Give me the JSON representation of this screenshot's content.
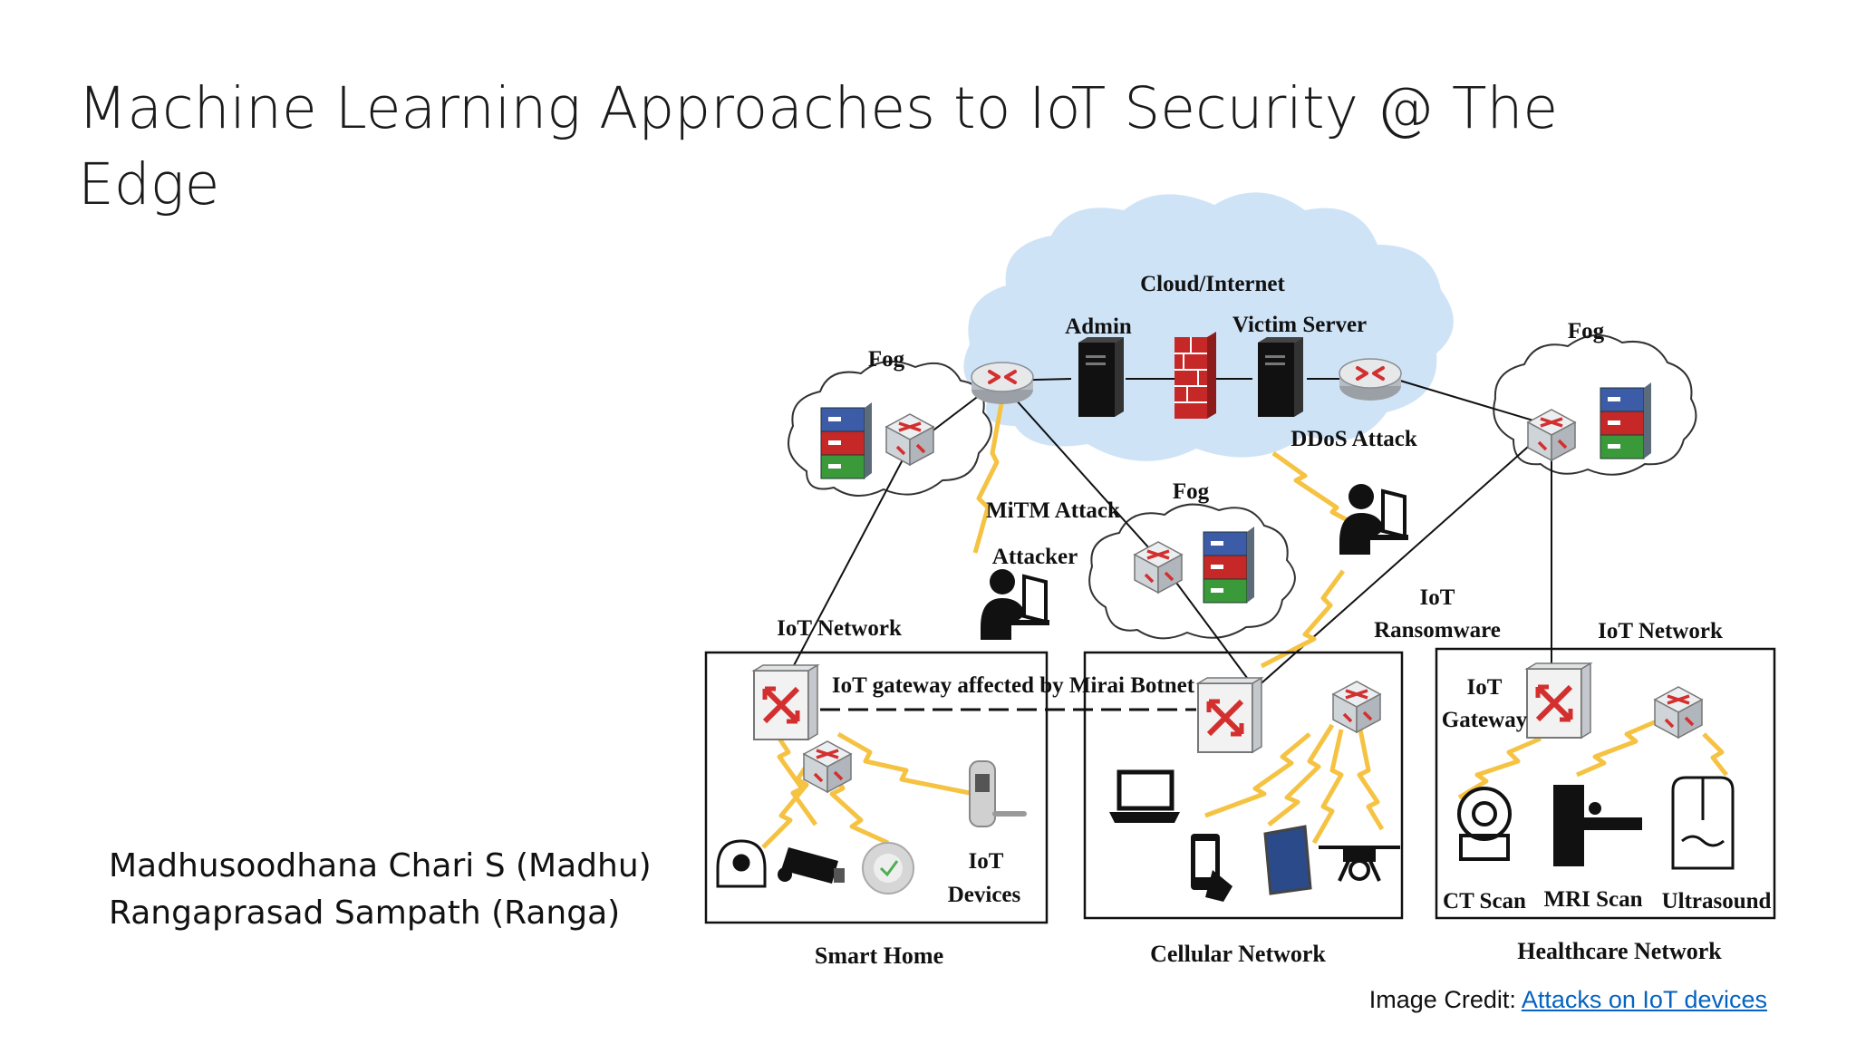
{
  "slide": {
    "title": "Machine Learning Approaches to IoT Security @ The Edge",
    "authors": [
      "Madhusoodhana Chari S (Madhu)",
      "Rangaprasad Sampath (Ranga)"
    ],
    "credit_prefix": "Image Credit: ",
    "credit_link": "Attacks on IoT devices"
  },
  "diagram": {
    "cloud": "Cloud/Internet",
    "admin": "Admin",
    "victim_server": "Victim Server",
    "fog_left": "Fog",
    "fog_right": "Fog",
    "fog_center": "Fog",
    "ddos": "DDoS Attack",
    "mitm": "MiTM Attack",
    "attacker": "Attacker",
    "iot_network_left": "IoT Network",
    "iot_network_right": "IoT Network",
    "ransomware_1": "IoT",
    "ransomware_2": "Ransomware",
    "mirai": "IoT gateway affected by Mirai Botnet",
    "iot_gateway_1": "IoT",
    "iot_gateway_2": "Gateway",
    "iot_devices_1": "IoT",
    "iot_devices_2": "Devices",
    "ct_scan": "CT Scan",
    "mri_scan": "MRI Scan",
    "ultrasound": "Ultrasound",
    "smart_home": "Smart Home",
    "cellular_network": "Cellular Network",
    "healthcare_network": "Healthcare Network"
  },
  "colors": {
    "cloud_fill": "#cfe3f7",
    "lightning": "#f5c242",
    "firewall": "#c62828",
    "link": "#0563c1",
    "server_blue": "#3d5ca8",
    "server_red": "#c62828",
    "server_green": "#3a9a3a"
  }
}
